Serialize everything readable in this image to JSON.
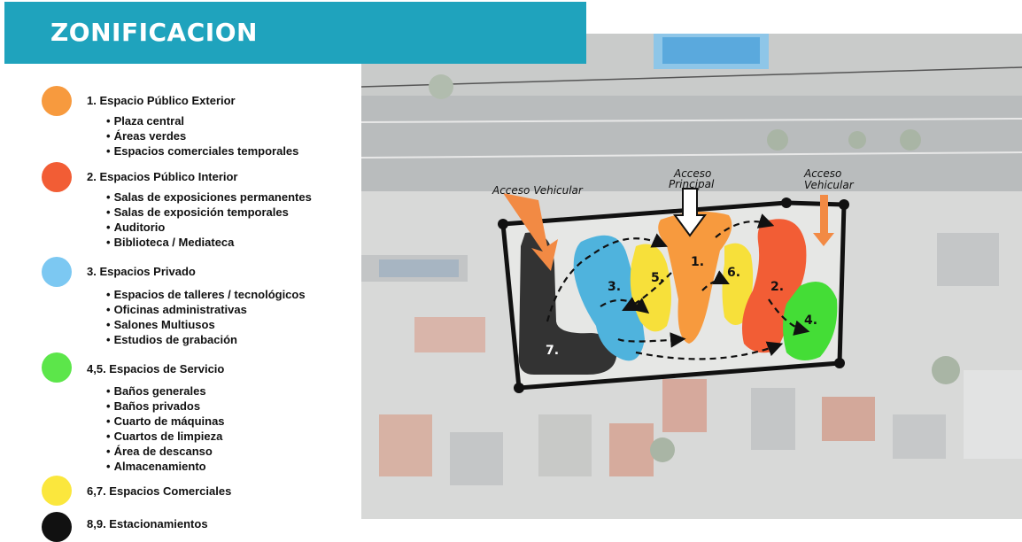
{
  "header": {
    "title": "ZONIFICACION"
  },
  "legend": [
    {
      "label": "1.  Espacio Público Exterior",
      "color": "#f79a3e",
      "items": [
        "Plaza central",
        "Áreas verdes",
        "Espacios comerciales temporales"
      ]
    },
    {
      "label": "2. Espacios Público Interior",
      "color": "#f25d35",
      "items": [
        "Salas de exposiciones permanentes",
        "Salas de exposición temporales",
        "Auditorio",
        "Biblioteca / Mediateca"
      ]
    },
    {
      "label": "3. Espacios Privado",
      "color": "#7cc8f2",
      "items": [
        "Espacios de talleres / tecnológicos",
        "Oficinas administrativas",
        "Salones Multiusos",
        "Estudios de grabación"
      ]
    },
    {
      "label": "4,5. Espacios de Servicio",
      "color": "#5ce64a",
      "items": [
        "Baños generales",
        "Baños privados",
        "Cuarto de máquinas",
        "Cuartos de limpieza",
        "Área de descanso",
        "Almacenamiento"
      ]
    },
    {
      "label": "6,7. Espacios Comerciales",
      "color": "#fbe73d",
      "items": []
    },
    {
      "label": "8,9. Estacionamientos",
      "color": "#111111",
      "items": []
    }
  ],
  "map": {
    "labels": {
      "acceso_vehicular_left": "Acceso Vehicular",
      "acceso_principal_line1": "Acceso",
      "acceso_principal_line2": "Principal",
      "acceso_vehicular_right_line1": "Acceso",
      "acceso_vehicular_right_line2": "Vehicular"
    },
    "zones": [
      {
        "number": "1.",
        "color": "#f79a3e"
      },
      {
        "number": "2.",
        "color": "#f25d35"
      },
      {
        "number": "3.",
        "color": "#4fb3dd"
      },
      {
        "number": "4.",
        "color": "#44dd36"
      },
      {
        "number": "5.",
        "color": "#f7e03a"
      },
      {
        "number": "6.",
        "color": "#f7e03a"
      },
      {
        "number": "7.",
        "color": "#333333"
      }
    ]
  }
}
